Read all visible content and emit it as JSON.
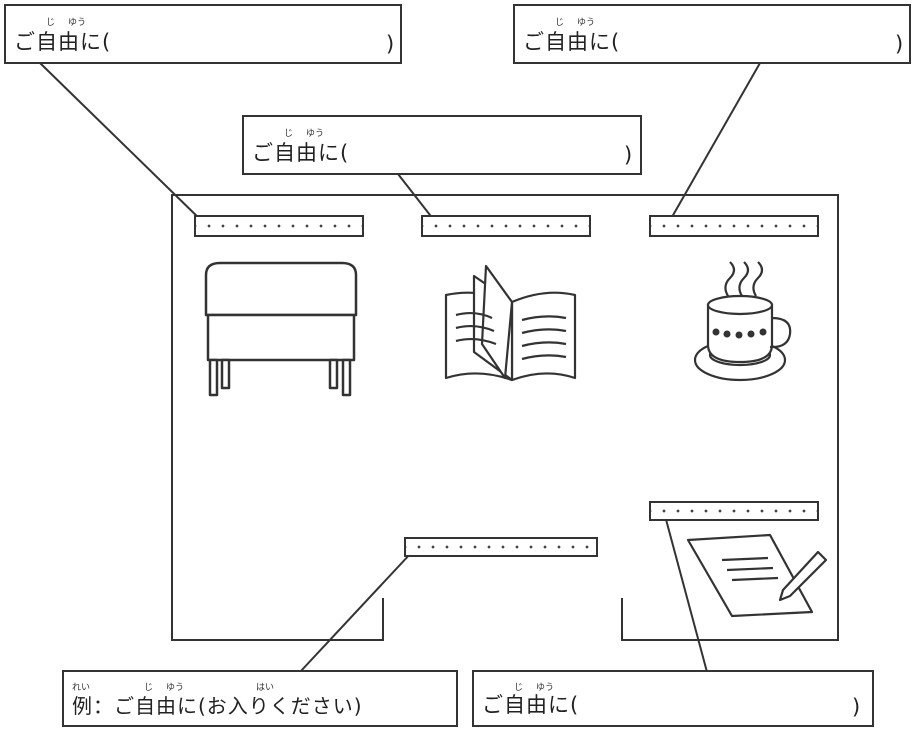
{
  "labels": {
    "top_left": {
      "kanji": "ご自由に(",
      "ruby_ji": "じ",
      "ruby_yuu": "ゆう",
      "close": ")"
    },
    "top_right": {
      "kanji": "ご自由に(",
      "ruby_ji": "じ",
      "ruby_yuu": "ゆう",
      "close": ")"
    },
    "top_middle": {
      "kanji": "ご自由に(",
      "ruby_ji": "じ",
      "ruby_yuu": "ゆう",
      "close": ")"
    },
    "bottom_left": {
      "kanji": "例：ご自由に(お入りください)",
      "ruby_rei": "れい",
      "ruby_ji": "じ",
      "ruby_yuu": "ゆう",
      "ruby_hai": "はい"
    },
    "bottom_right": {
      "kanji": "ご自由に(",
      "ruby_ji": "じ",
      "ruby_yuu": "ゆう",
      "close": ")"
    }
  },
  "icons": [
    "bench-icon",
    "open-book-icon",
    "coffee-cup-icon",
    "writing-paper-icon"
  ]
}
